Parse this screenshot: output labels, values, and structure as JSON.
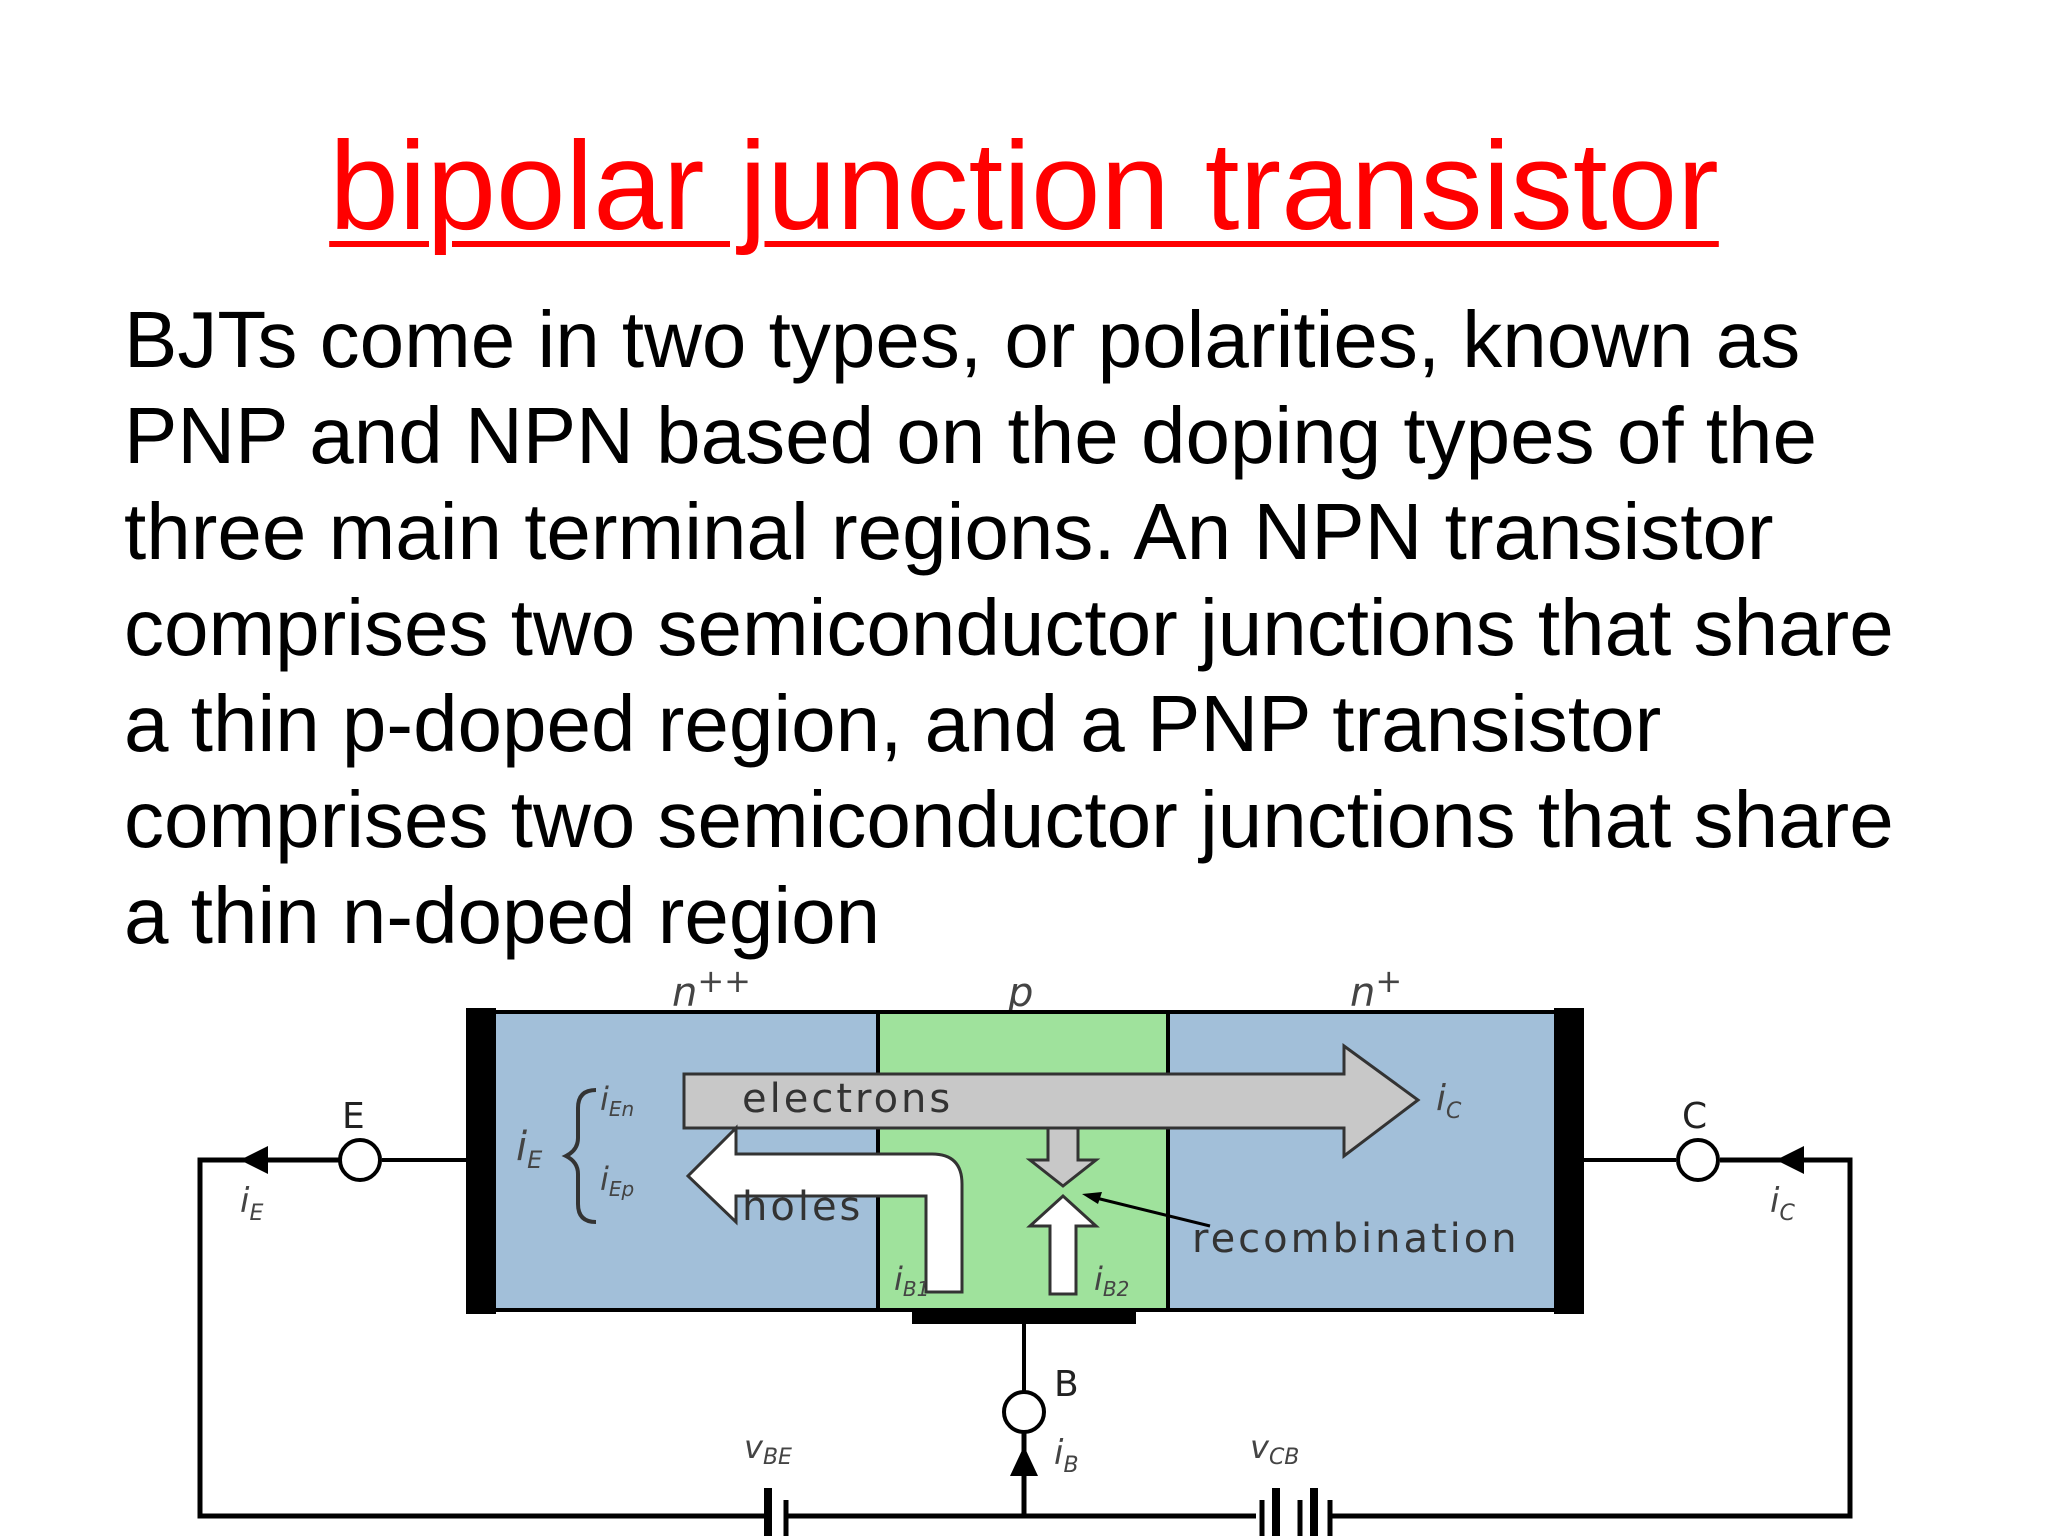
{
  "slide": {
    "title": "bipolar junction transistor",
    "title_color": "#ff0000",
    "body_lines": [
      "BJTs come in two types, or polarities, known as",
      "PNP and NPN based on the doping types of the",
      "three main terminal regions. An NPN transistor",
      "comprises two semiconductor junctions that share",
      "a thin p-doped region, and a PNP transistor",
      "comprises two semiconductor junctions that share",
      "a thin n-doped region"
    ]
  },
  "diagram": {
    "regions": {
      "emitter": {
        "label": "n",
        "sup": "++",
        "color": "#a2bfd9"
      },
      "base": {
        "label": "p",
        "color": "#9fe29c"
      },
      "collector": {
        "label": "n",
        "sup": "+",
        "color": "#a2bfd9"
      }
    },
    "arrows": {
      "electrons": "electrons",
      "holes": "holes",
      "recombination": "recombination"
    },
    "currents": {
      "ie_main": "i",
      "ie_main_sub": "E",
      "ien": "i",
      "ien_sub": "En",
      "iep": "i",
      "iep_sub": "Ep",
      "ic_arrow": "i",
      "ic_arrow_sub": "C",
      "ib1": "i",
      "ib1_sub": "B1",
      "ib2": "i",
      "ib2_sub": "B2",
      "ie_wire": "i",
      "ie_wire_sub": "E",
      "ic_wire": "i",
      "ic_wire_sub": "C",
      "ib_wire": "i",
      "ib_wire_sub": "B"
    },
    "terminals": {
      "emitter": "E",
      "collector": "C",
      "base": "B"
    },
    "sources": {
      "vbe": "v",
      "vbe_sub": "BE",
      "vcb": "v",
      "vcb_sub": "CB"
    }
  }
}
